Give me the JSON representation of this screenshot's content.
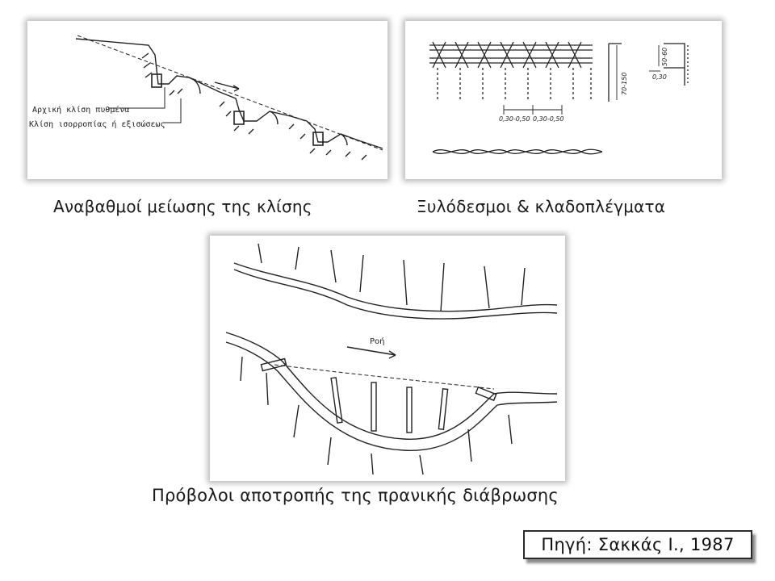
{
  "panels": [
    {
      "caption": "Αναβαθμοί μείωσης της κλίσης",
      "labels": {
        "initial_slope": "Αρχική κλίση πυθμένα",
        "equilibrium_slope": "Κλίση ισορροπίας ή εξισώσεως"
      }
    },
    {
      "caption": "Ξυλόδεσμοι & κλαδοπλέγματα",
      "dimensions": {
        "height": "70-150",
        "top": "50-60",
        "width_small": "0,30",
        "spacing_left": "0,30-0,50",
        "spacing_right": "0,30-0,50"
      }
    },
    {
      "caption": "Πρόβολοι αποτροπής της πρανικής διάβρωσης",
      "labels": {
        "flow": "Ροή"
      }
    }
  ],
  "source": "Πηγή: Σακκάς Ι., 1987",
  "colors": {
    "ink": "#222222",
    "shadow": "rgba(0,0,0,0.28)"
  }
}
